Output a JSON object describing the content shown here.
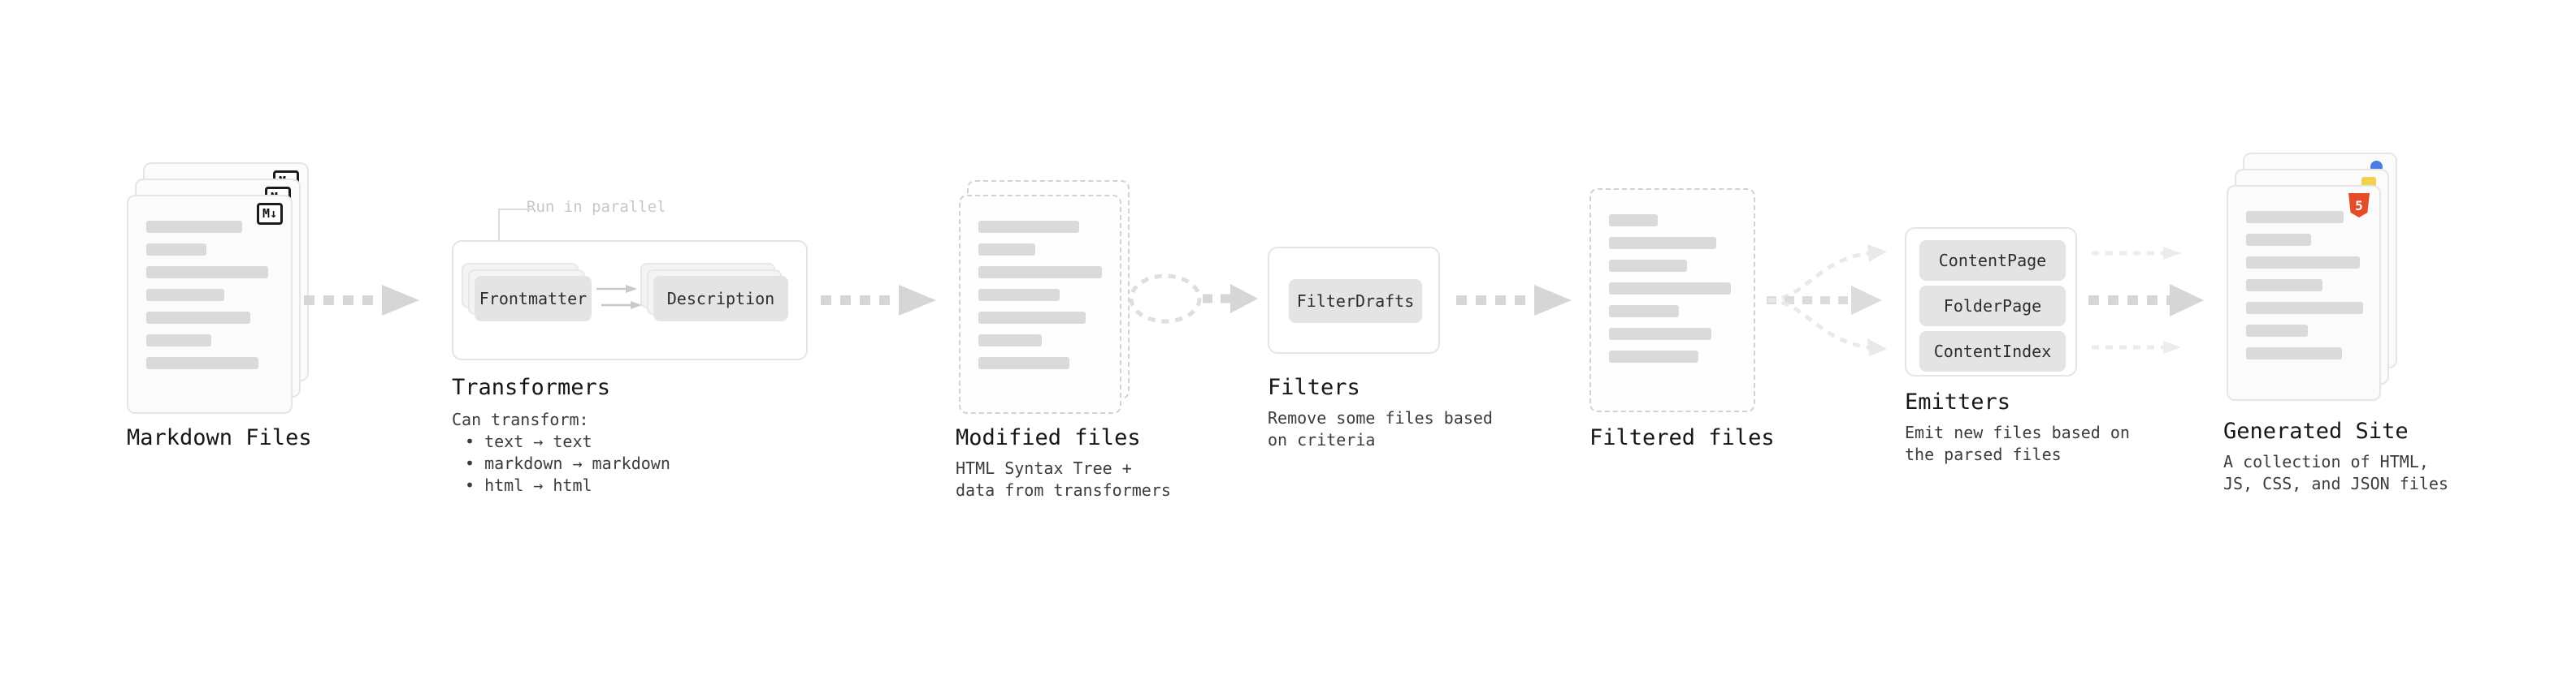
{
  "pipeline": {
    "markdown_files": {
      "title": "Markdown Files",
      "badge": "M↓"
    },
    "transformers": {
      "title": "Transformers",
      "annotation": "Run in parallel",
      "chips": [
        "Frontmatter",
        "Description"
      ],
      "desc_heading": "Can transform:",
      "bullets": [
        "• text → text",
        "• markdown → markdown",
        "• html → html"
      ]
    },
    "modified_files": {
      "title": "Modified files",
      "desc": [
        "HTML Syntax Tree +",
        "data from transformers"
      ]
    },
    "filters": {
      "title": "Filters",
      "chips": [
        "FilterDrafts"
      ],
      "desc": [
        "Remove some files based",
        "on criteria"
      ]
    },
    "filtered_files": {
      "title": "Filtered files"
    },
    "emitters": {
      "title": "Emitters",
      "chips": [
        "ContentPage",
        "FolderPage",
        "ContentIndex"
      ],
      "desc": [
        "Emit new files based on",
        "the parsed files"
      ]
    },
    "generated_site": {
      "title": "Generated Site",
      "badge": "5",
      "desc": [
        "A collection of HTML,",
        "JS, CSS, and JSON files"
      ]
    }
  },
  "colors": {
    "arrow": "#d6d6d6",
    "arrow_faint": "#e9e9e9",
    "loop": "#dedede",
    "chip_bg": "#e4e4e4",
    "card_border": "#e5e5e5",
    "bar": "#dadada",
    "html5_orange": "#e44d26",
    "js_yellow": "#f0d24c",
    "json_blue": "#4a7be0",
    "annotation_gray": "#c7c7c7"
  }
}
